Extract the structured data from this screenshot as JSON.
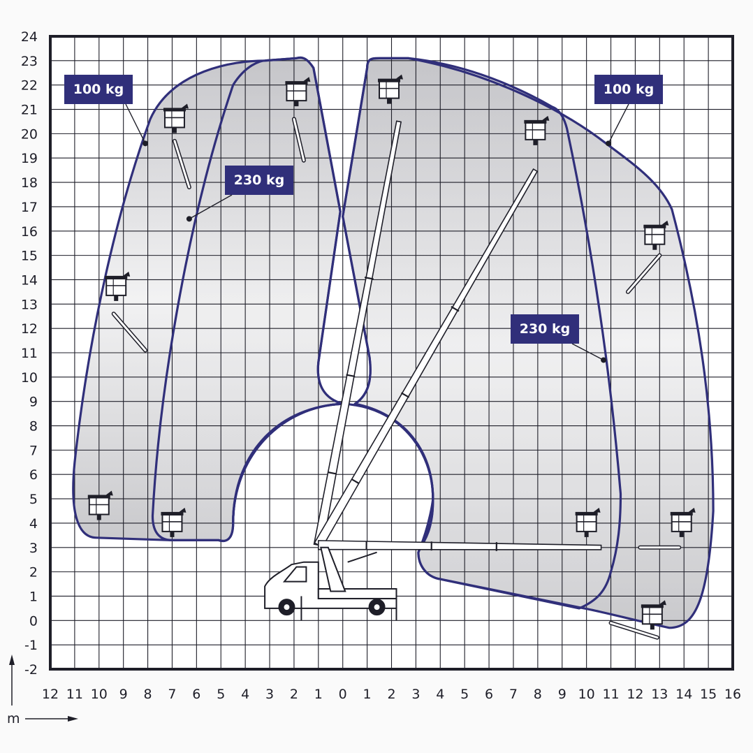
{
  "chart_data": {
    "type": "diagram",
    "x_ticks": [
      "12",
      "11",
      "10",
      "9",
      "8",
      "7",
      "6",
      "5",
      "4",
      "3",
      "2",
      "1",
      "0",
      "1",
      "2",
      "3",
      "4",
      "5",
      "6",
      "7",
      "8",
      "9",
      "10",
      "11",
      "12",
      "13",
      "14",
      "15",
      "16"
    ],
    "y_ticks": [
      "24",
      "23",
      "22",
      "21",
      "20",
      "19",
      "18",
      "17",
      "16",
      "15",
      "14",
      "13",
      "12",
      "11",
      "10",
      "9",
      "8",
      "7",
      "6",
      "5",
      "4",
      "3",
      "2",
      "1",
      "0",
      "-1",
      "-2"
    ],
    "x_range": [
      -12,
      16
    ],
    "y_range": [
      -2,
      24
    ],
    "unit_label": "m",
    "load_labels": [
      {
        "text": "100 kg",
        "pointer": [
          -8.1,
          19.6
        ]
      },
      {
        "text": "230 kg",
        "pointer": [
          -6.3,
          16.5
        ]
      },
      {
        "text": "100 kg",
        "pointer": [
          10.9,
          19.6
        ]
      },
      {
        "text": "230 kg",
        "pointer": [
          10.7,
          10.7
        ]
      }
    ],
    "colors": {
      "outline": "#302f7a",
      "label_bg": "#302f7a",
      "grid": "#1e1e28",
      "frame": "#1e1e28"
    }
  }
}
